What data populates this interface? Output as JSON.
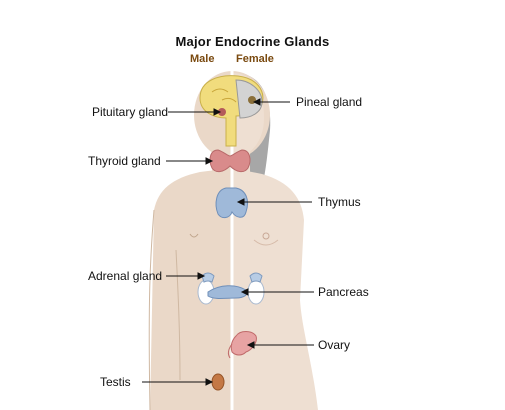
{
  "title": "Major Endocrine Glands",
  "sex_labels": {
    "male": "Male",
    "female": "Female"
  },
  "labels": {
    "pituitary": "Pituitary gland",
    "thyroid": "Thyroid gland",
    "adrenal": "Adrenal gland",
    "testis": "Testis",
    "pineal": "Pineal gland",
    "thymus": "Thymus",
    "pancreas": "Pancreas",
    "ovary": "Ovary"
  },
  "colors": {
    "male_body": "#ead8c8",
    "female_body": "#eedfd2",
    "female_hair": "#a7a7a7",
    "brain": "#f1dc7d",
    "thyroid": "#d98b8b",
    "thymus": "#9fb9d9",
    "adrenal": "#b7cce5",
    "ovary": "#e7a3a3",
    "testis": "#c47845"
  }
}
